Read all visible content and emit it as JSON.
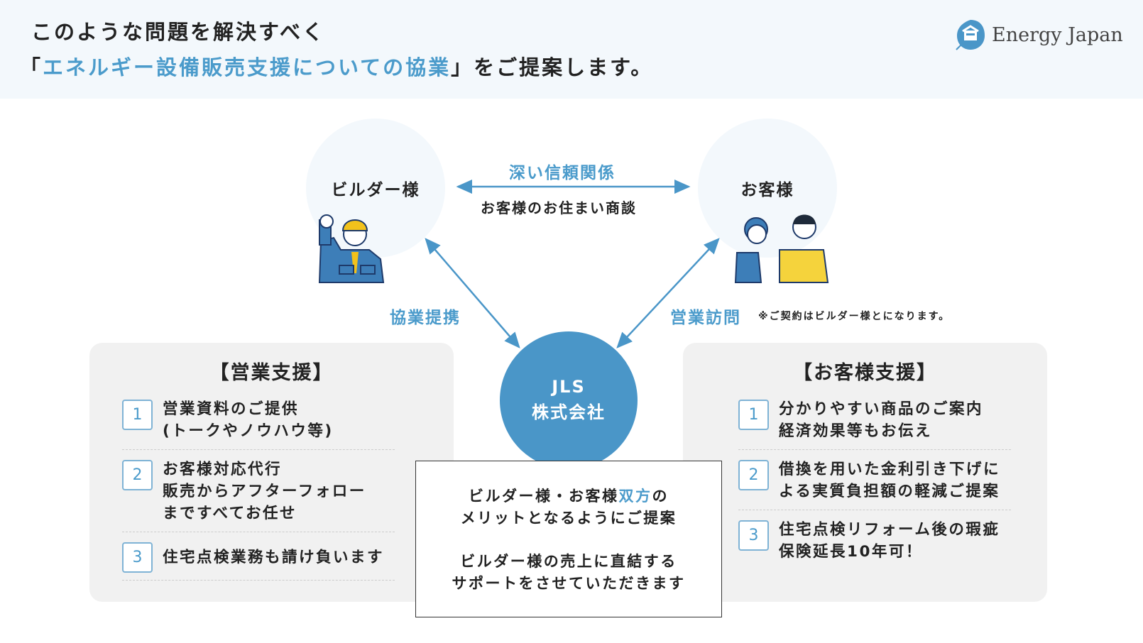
{
  "header": {
    "line1": "このような問題を解決すべく",
    "line2_open": "「",
    "line2_highlight": "エネルギー設備販売支援についての協業",
    "line2_close": "」をご提案します。"
  },
  "logo": {
    "text": "Energy Japan",
    "icon": "house-drop-icon"
  },
  "diagram": {
    "builder": "ビルダー様",
    "customer": "お客様",
    "trust_label": "深い信頼関係",
    "trust_sub": "お客様のお住まい商談",
    "partnership_label": "協業提携",
    "visit_label": "営業訪問",
    "contract_note": "※ご契約はビルダー様とになります。",
    "jls_line1": "JLS",
    "jls_line2": "株式会社"
  },
  "sales_support": {
    "title": "【営業支援】",
    "items": [
      {
        "num": "1",
        "text": "営業資料のご提供\n(トークやノウハウ等)"
      },
      {
        "num": "2",
        "text": "お客様対応代行\n販売からアフターフォロー\nまですべてお任せ"
      },
      {
        "num": "3",
        "text": "住宅点検業務も請け負います"
      }
    ]
  },
  "customer_support": {
    "title": "【お客様支援】",
    "items": [
      {
        "num": "1",
        "text": "分かりやすい商品のご案内\n経済効果等もお伝え"
      },
      {
        "num": "2",
        "text": "借換を用いた金利引き下げに\nよる実質負担額の軽減ご提案"
      },
      {
        "num": "3",
        "text": "住宅点検リフォーム後の瑕疵\n保険延長10年可！"
      }
    ]
  },
  "callout": {
    "l1a": "ビルダー様・お客様",
    "l1b": "双方",
    "l1c": "の",
    "l2": "メリットとなるようにご提案",
    "l3": "ビルダー様の売上に直結する",
    "l4": "サポートをさせていただきます"
  },
  "colors": {
    "accent": "#4b9bcb",
    "header_bg": "#f3f8fc",
    "panel_bg": "#f1f1f1"
  }
}
